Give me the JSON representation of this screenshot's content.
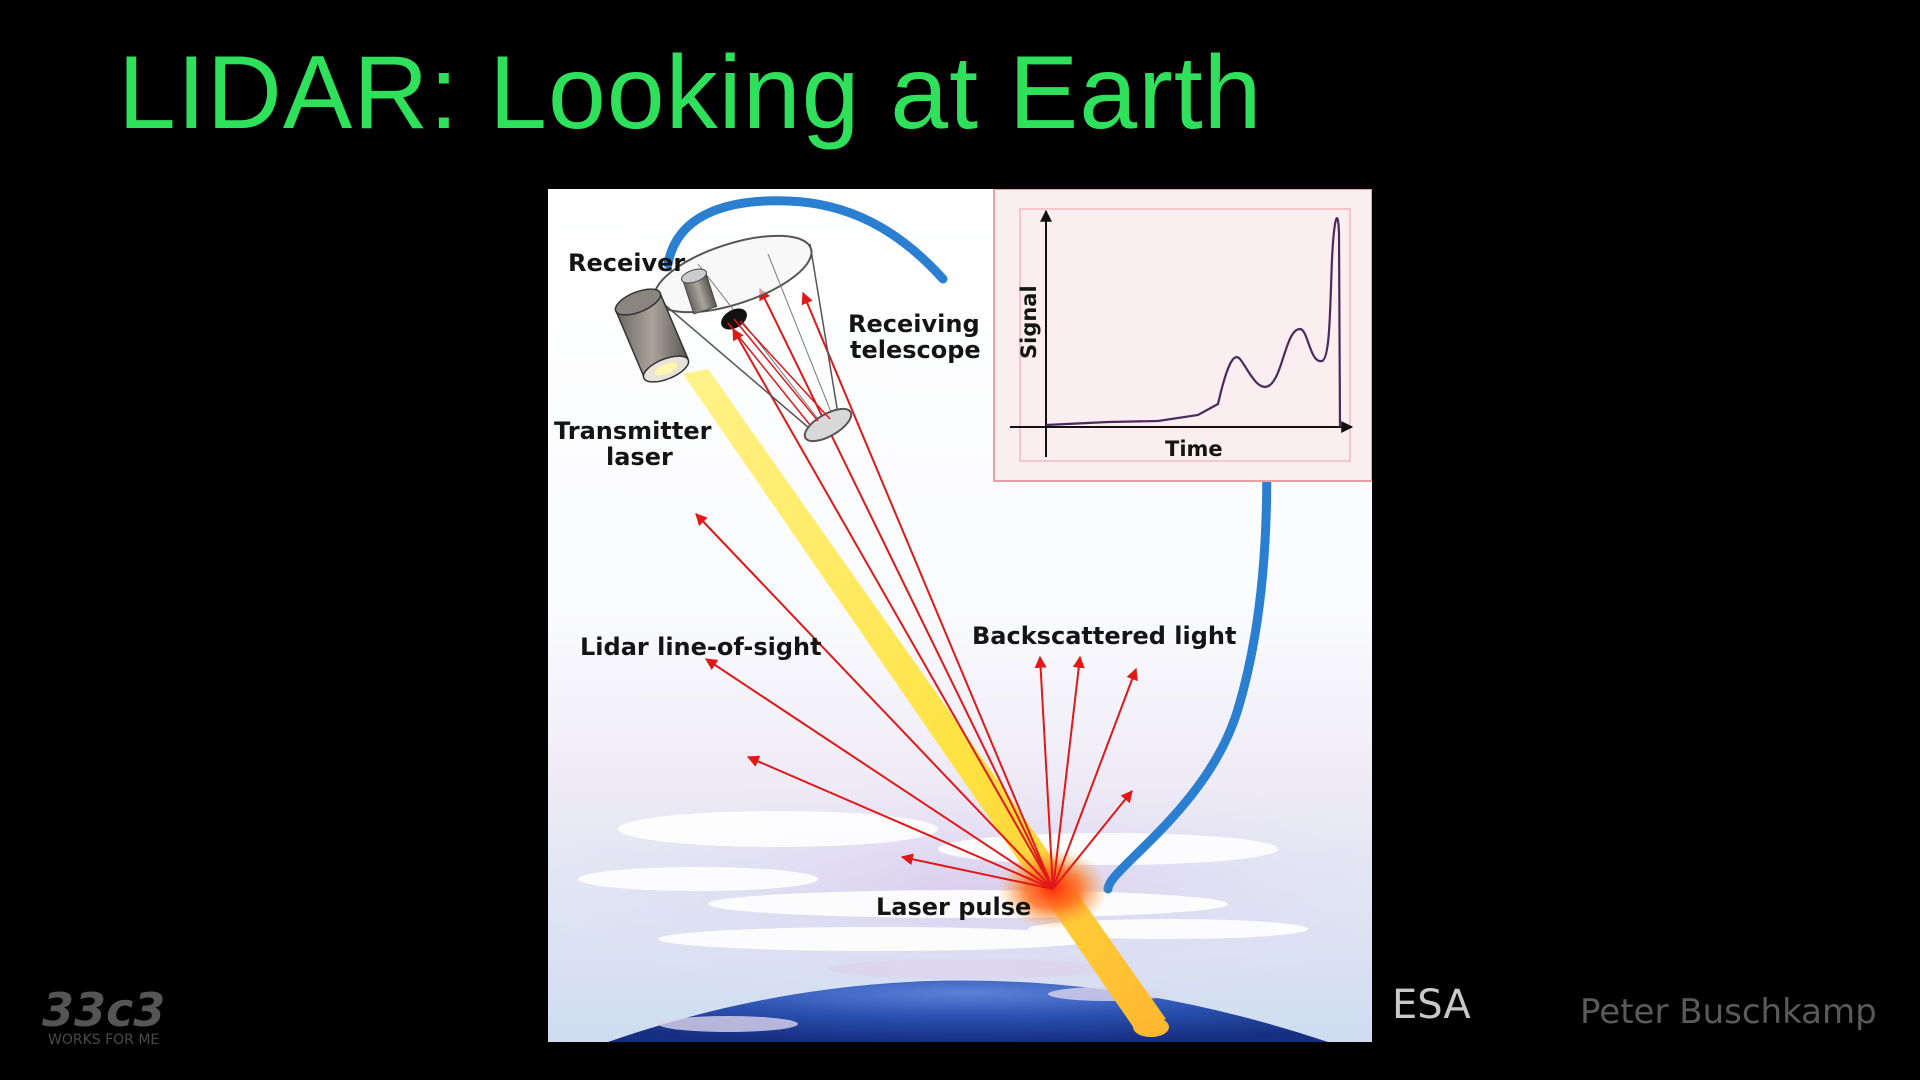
{
  "slide": {
    "title": "LIDAR: Looking at Earth",
    "source_credit": "ESA",
    "author": "Peter Buschkamp",
    "event_logo": "33c3",
    "event_logo_tagline": "WORKS FOR ME"
  },
  "diagram": {
    "labels": {
      "receiver": "Receiver",
      "receiving_telescope_line1": "Receiving",
      "receiving_telescope_line2": "telescope",
      "transmitter_line1": "Transmitter",
      "transmitter_line2": "laser",
      "line_of_sight": "Lidar line-of-sight",
      "backscattered": "Backscattered light",
      "laser_pulse": "Laser pulse"
    },
    "inset_plot": {
      "ylabel": "Signal",
      "xlabel": "Time"
    },
    "colors": {
      "title_green": "#2fe05a",
      "laser_beam": "#ffe24a",
      "arrows": "#e01818",
      "cable": "#2a7fd0",
      "inset_border": "#e8a0a8",
      "inset_background": "#fbeef0",
      "signal_curve": "#4a2a5a",
      "earth": "#2a50b0"
    }
  }
}
